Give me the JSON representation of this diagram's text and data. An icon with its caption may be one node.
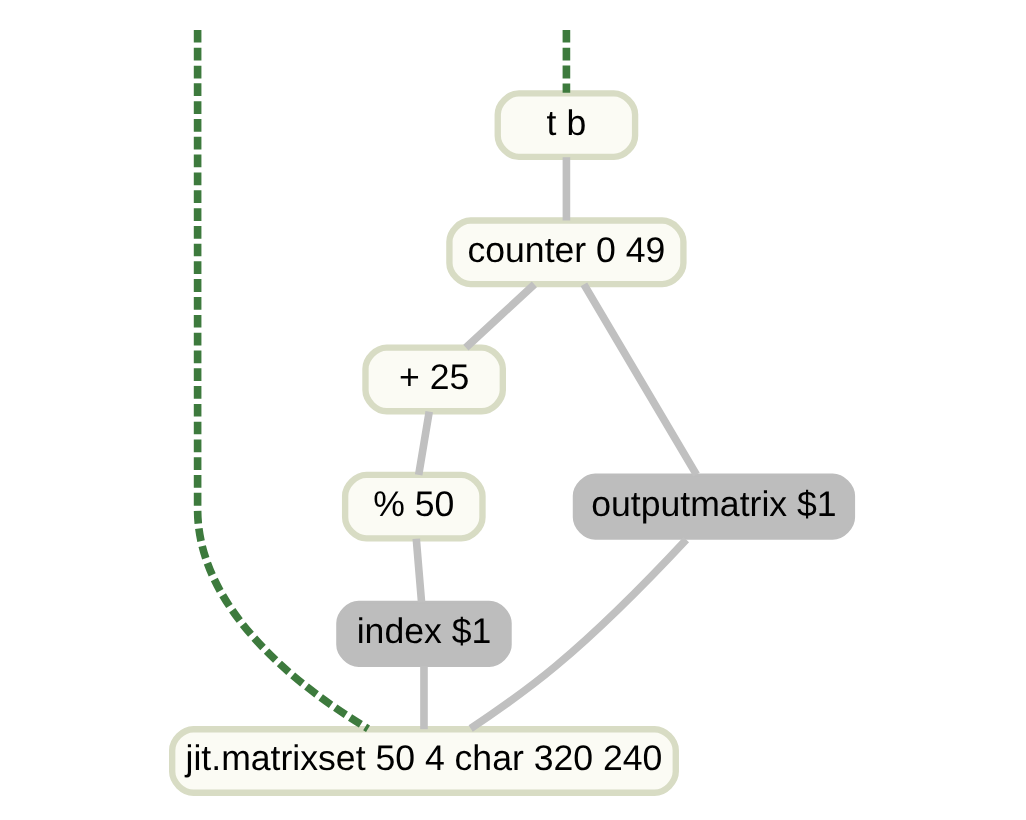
{
  "diagram": {
    "nodes": [
      {
        "text": [
          "t b"
        ]
      },
      {
        "text": [
          "counter 0 49"
        ]
      },
      {
        "text": [
          "+ 25"
        ]
      },
      {
        "text": [
          "% 50"
        ]
      },
      {
        "text": [
          "outputmatrix $1"
        ]
      },
      {
        "text": [
          "index $1"
        ]
      },
      {
        "text": [
          "jit.matrixset 50 4 char 320 240"
        ]
      }
    ],
    "edges": [
      {
        "from": null,
        "to": 0,
        "arrow": "none",
        "style": "dashed",
        "color": "#3d7a3d"
      },
      {
        "from": null,
        "to": 6,
        "arrow": "none",
        "style": "dashed",
        "color": "#3d7a3d"
      },
      {
        "from": 0,
        "to": 1,
        "arrow": "none"
      },
      {
        "from": 1,
        "to": 4,
        "arrow": "none"
      },
      {
        "from": 1,
        "to": 2,
        "arrow": "none"
      },
      {
        "from": 2,
        "to": 3,
        "arrow": "none"
      },
      {
        "from": 3,
        "to": 5,
        "arrow": "none"
      },
      {
        "from": 4,
        "to": 6,
        "arrow": "none"
      },
      {
        "from": 5,
        "to": 6,
        "arrow": "none"
      }
    ]
  }
}
